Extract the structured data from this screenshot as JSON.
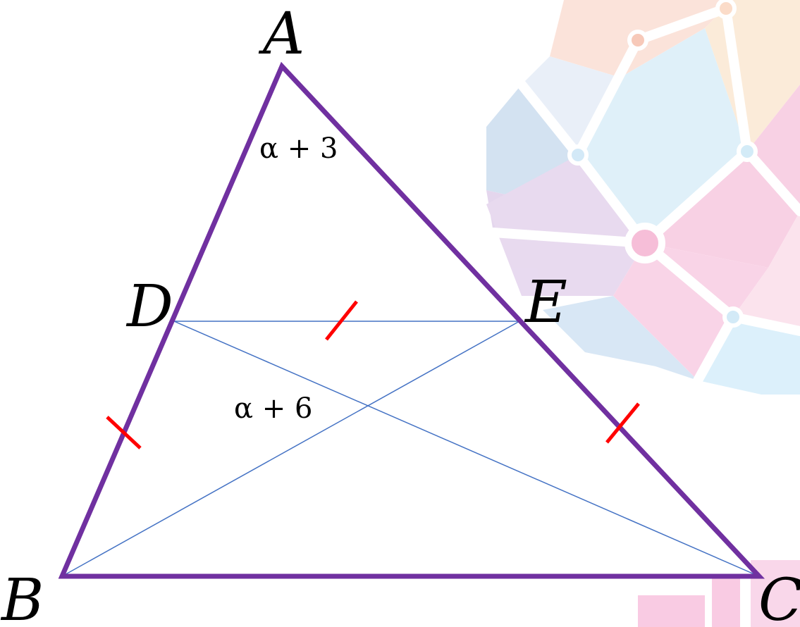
{
  "vertices": {
    "A": "A",
    "B": "B",
    "C": "C",
    "D": "D",
    "E": "E"
  },
  "angles": {
    "angle_A": "α + 3",
    "angle_at_intersection": "α + 6"
  },
  "colors": {
    "triangle_outline": "#7030a0",
    "inner_lines": "#4472c4",
    "tick_marks": "#ff0000",
    "watermark": [
      "#f8d3c8",
      "#cfe0f2",
      "#e2d0ec",
      "#f7c6df",
      "#d8ecf8"
    ]
  },
  "watermark": {
    "description_icon": "logo-watermark-icon"
  }
}
